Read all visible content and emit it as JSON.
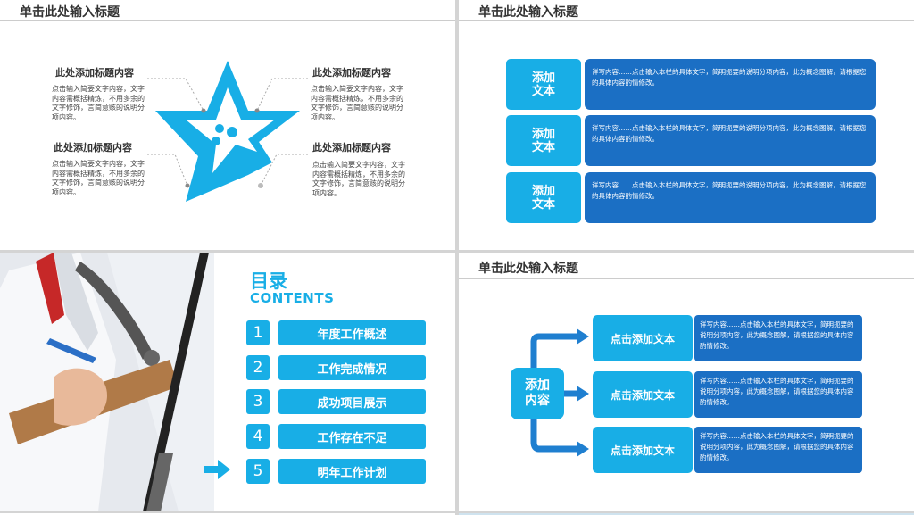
{
  "slides": {
    "star": {
      "title": "单击此处输入标题",
      "blocks": [
        {
          "heading": "此处添加标题内容",
          "body": "点击输入简要文字内容，文字内容需概括精炼，不用多余的文字修饰，言简意赅的说明分项内容。"
        },
        {
          "heading": "此处添加标题内容",
          "body": "点击输入简要文字内容，文字内容需概括精炼，不用多余的文字修饰，言简意赅的说明分项内容。"
        },
        {
          "heading": "此处添加标题内容",
          "body": "点击输入简要文字内容，文字内容需概括精炼，不用多余的文字修饰，言简意赅的说明分项内容。"
        },
        {
          "heading": "此处添加标题内容",
          "body": "点击输入简要文字内容，文字内容需概括精炼，不用多余的文字修饰，言简意赅的说明分项内容。"
        }
      ]
    },
    "list": {
      "title": "单击此处输入标题",
      "rows": [
        {
          "label": "添加\n文本",
          "desc": "详写内容……点击输入本栏的具体文字，简明扼要的说明分项内容，此为概念图解，请根据您的具体内容酌情修改。"
        },
        {
          "label": "添加\n文本",
          "desc": "详写内容……点击输入本栏的具体文字，简明扼要的说明分项内容，此为概念图解，请根据您的具体内容酌情修改。"
        },
        {
          "label": "添加\n文本",
          "desc": "详写内容……点击输入本栏的具体文字，简明扼要的说明分项内容，此为概念图解，请根据您的具体内容酌情修改。"
        }
      ]
    },
    "contents": {
      "title_cn": "目录",
      "title_en": "CONTENTS",
      "items": [
        {
          "num": "1",
          "label": "年度工作概述"
        },
        {
          "num": "2",
          "label": "工作完成情况"
        },
        {
          "num": "3",
          "label": "成功项目展示"
        },
        {
          "num": "4",
          "label": "工作存在不足"
        },
        {
          "num": "5",
          "label": "明年工作计划"
        }
      ]
    },
    "branch": {
      "title": "单击此处输入标题",
      "center": "添加\n内容",
      "items": [
        {
          "label": "点击添加文本",
          "desc": "详写内容……点击输入本栏的具体文字，简明扼要的说明分项内容，此为概念图解，请根据您的具体内容酌情修改。"
        },
        {
          "label": "点击添加文本",
          "desc": "详写内容……点击输入本栏的具体文字，简明扼要的说明分项内容，此为概念图解，请根据您的具体内容酌情修改。"
        },
        {
          "label": "点击添加文本",
          "desc": "详写内容……点击输入本栏的具体文字，简明扼要的说明分项内容，此为概念图解，请根据您的具体内容酌情修改。"
        }
      ]
    }
  },
  "colors": {
    "light_blue": "#18aee6",
    "dark_blue": "#1b6fc4",
    "accent_arrow": "#1f7fd0"
  },
  "icons": {
    "star": "star-logo-icon",
    "arrow": "arrow-right-icon",
    "doctor": "doctor-photo"
  }
}
